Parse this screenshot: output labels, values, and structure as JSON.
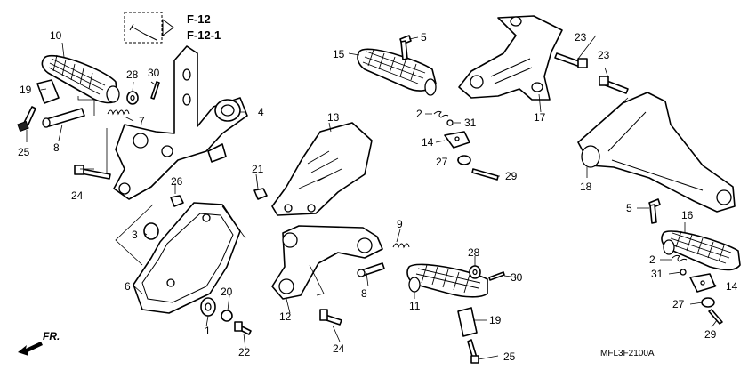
{
  "references": {
    "ref1": "F-12",
    "ref2": "F-12-1"
  },
  "drawing_code": "MFL3F2100A",
  "front_marker": "FR.",
  "callouts": {
    "c10": "10",
    "c19a": "19",
    "c25a": "25",
    "c8a": "8",
    "c28a": "28",
    "c30a": "30",
    "c7": "7",
    "c4": "4",
    "c24a": "24",
    "c26": "26",
    "c3": "3",
    "c6": "6",
    "c20": "20",
    "c1": "1",
    "c22": "22",
    "c13": "13",
    "c21": "21",
    "c9": "9",
    "c12": "12",
    "c8b": "8",
    "c24b": "24",
    "c28b": "28",
    "c30b": "30",
    "c11": "11",
    "c19b": "19",
    "c25b": "25",
    "c5a": "5",
    "c15": "15",
    "c2a": "2",
    "c31a": "31",
    "c14a": "14",
    "c27a": "27",
    "c29a": "29",
    "c17": "17",
    "c23a": "23",
    "c23b": "23",
    "c18": "18",
    "c5b": "5",
    "c16": "16",
    "c2b": "2",
    "c31b": "31",
    "c14b": "14",
    "c27b": "27",
    "c29b": "29"
  },
  "icons": {
    "ref_icon": "dashed-box-bolt-arrow-icon",
    "front_icon": "front-arrow-icon"
  }
}
